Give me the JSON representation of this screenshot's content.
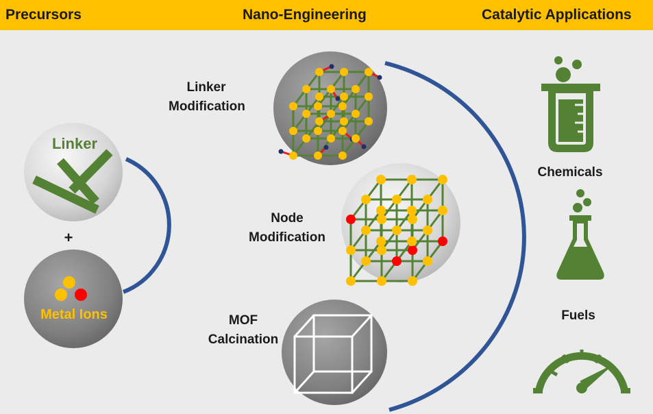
{
  "header": {
    "precursors": "Precursors",
    "nano_engineering": "Nano-Engineering",
    "catalytic_applications": "Catalytic Applications"
  },
  "precursors": {
    "linker": "Linker",
    "plus": "+",
    "metal_ions": "Metal Ions"
  },
  "nano": {
    "linker_mod_line1": "Linker",
    "linker_mod_line2": "Modification",
    "node_mod_line1": "Node",
    "node_mod_line2": "Modification",
    "calc_line1": "MOF",
    "calc_line2": "Calcination"
  },
  "applications": {
    "chemicals": "Chemicals",
    "fuels": "Fuels"
  },
  "colors": {
    "header": "#ffc000",
    "green": "#548235",
    "yellow": "#ffc000",
    "red": "#ff0000",
    "navy": "#2f5597",
    "gray_sphere": "#7f7f7f",
    "light_sphere": "#d9d9d9"
  },
  "icons": [
    "beaker-icon",
    "flask-icon",
    "gauge-icon"
  ]
}
